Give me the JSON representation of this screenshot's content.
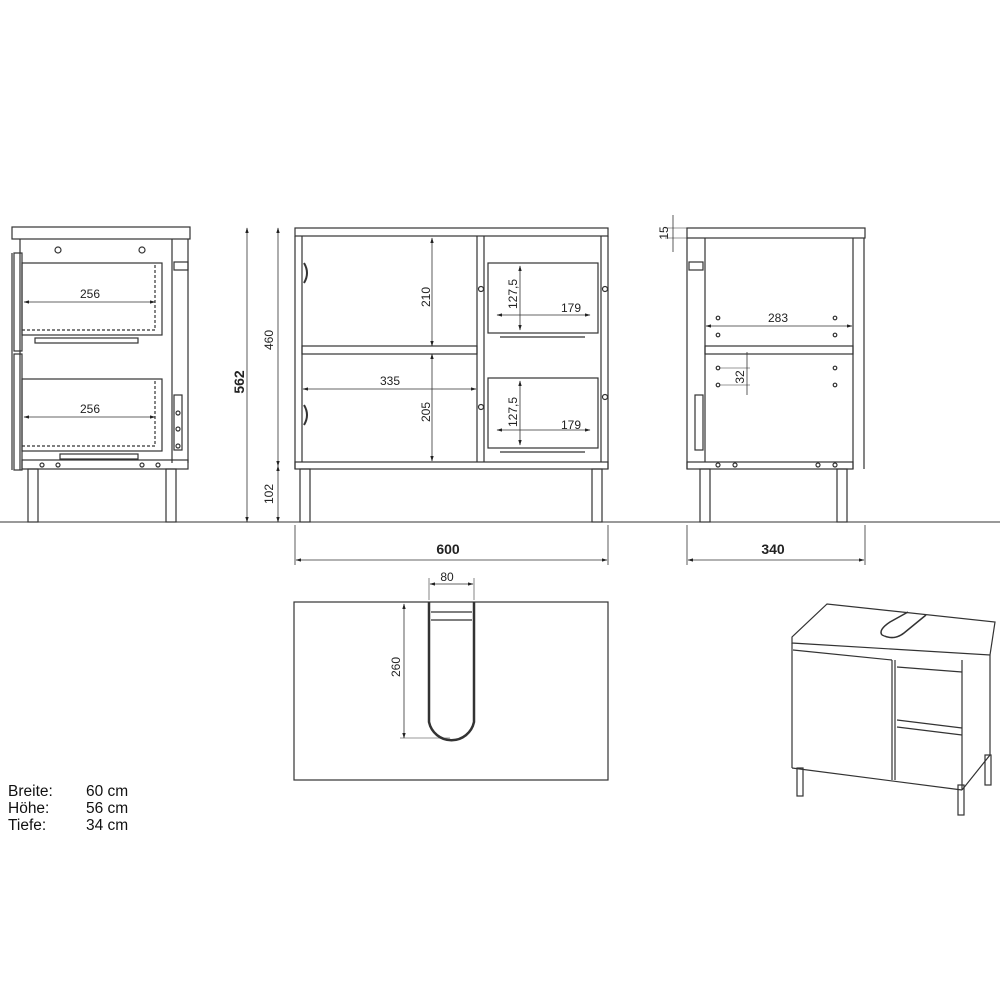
{
  "side_view_left": {
    "drawer_widths": [
      "256",
      "256"
    ]
  },
  "front_view": {
    "total_height": "562",
    "body_height": "460",
    "leg_height": "102",
    "upper_compartment_height": "210",
    "lower_compartment_height": "205",
    "shelf_width": "335",
    "drawer_height_top": "127,5",
    "drawer_width_top": "179",
    "drawer_height_bottom": "127,5",
    "drawer_width_bottom": "179",
    "total_width": "600"
  },
  "side_view_right": {
    "top_thickness": "15",
    "inner_depth": "283",
    "hole_spacing": "32",
    "total_depth": "340"
  },
  "top_view": {
    "cutout_width": "80",
    "cutout_depth": "260"
  },
  "specs": [
    {
      "label": "Breite:",
      "value": "60 cm"
    },
    {
      "label": "Höhe:",
      "value": "56 cm"
    },
    {
      "label": "Tiefe:",
      "value": "34 cm"
    }
  ],
  "colors": {
    "line": "#333333",
    "background": "#ffffff"
  }
}
